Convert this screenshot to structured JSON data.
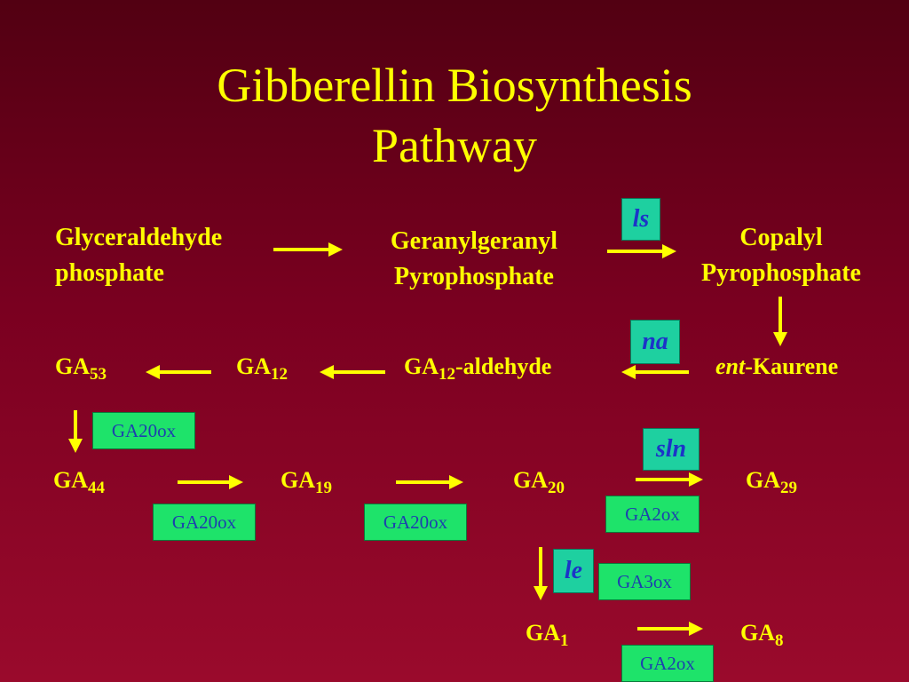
{
  "title": {
    "line1": "Gibberellin Biosynthesis",
    "line2": "Pathway"
  },
  "nodes": {
    "glyceraldehyde": {
      "line1": "Glyceraldehyde",
      "line2": "phosphate"
    },
    "ggpp": {
      "line1": "Geranylgeranyl",
      "line2": "Pyrophosphate"
    },
    "cpp": {
      "line1": "Copalyl",
      "line2": "Pyrophosphate"
    },
    "ent_kaurene": {
      "prefix": "ent",
      "suffix": "-Kaurene"
    },
    "ga12_aldehyde": {
      "base": "GA",
      "sub": "12",
      "suffix": "-aldehyde"
    },
    "ga12": {
      "base": "GA",
      "sub": "12"
    },
    "ga53": {
      "base": "GA",
      "sub": "53"
    },
    "ga44": {
      "base": "GA",
      "sub": "44"
    },
    "ga19": {
      "base": "GA",
      "sub": "19"
    },
    "ga20": {
      "base": "GA",
      "sub": "20"
    },
    "ga29": {
      "base": "GA",
      "sub": "29"
    },
    "ga1": {
      "base": "GA",
      "sub": "1"
    },
    "ga8": {
      "base": "GA",
      "sub": "8"
    }
  },
  "mutants": {
    "ls": "ls",
    "na": "na",
    "sln": "sln",
    "le": "le"
  },
  "enzymes": {
    "ga20ox_a": "GA20ox",
    "ga20ox_b": "GA20ox",
    "ga20ox_c": "GA20ox",
    "ga2ox_a": "GA2ox",
    "ga3ox": "GA3ox",
    "ga2ox_b": "GA2ox"
  },
  "colors": {
    "background_top": "#520012",
    "background_bottom": "#9a0a2c",
    "text": "#ffff00",
    "enzyme_box": "#1ee36a",
    "mutant_box": "#1ed0a0",
    "label_blue": "#1d3fae"
  }
}
